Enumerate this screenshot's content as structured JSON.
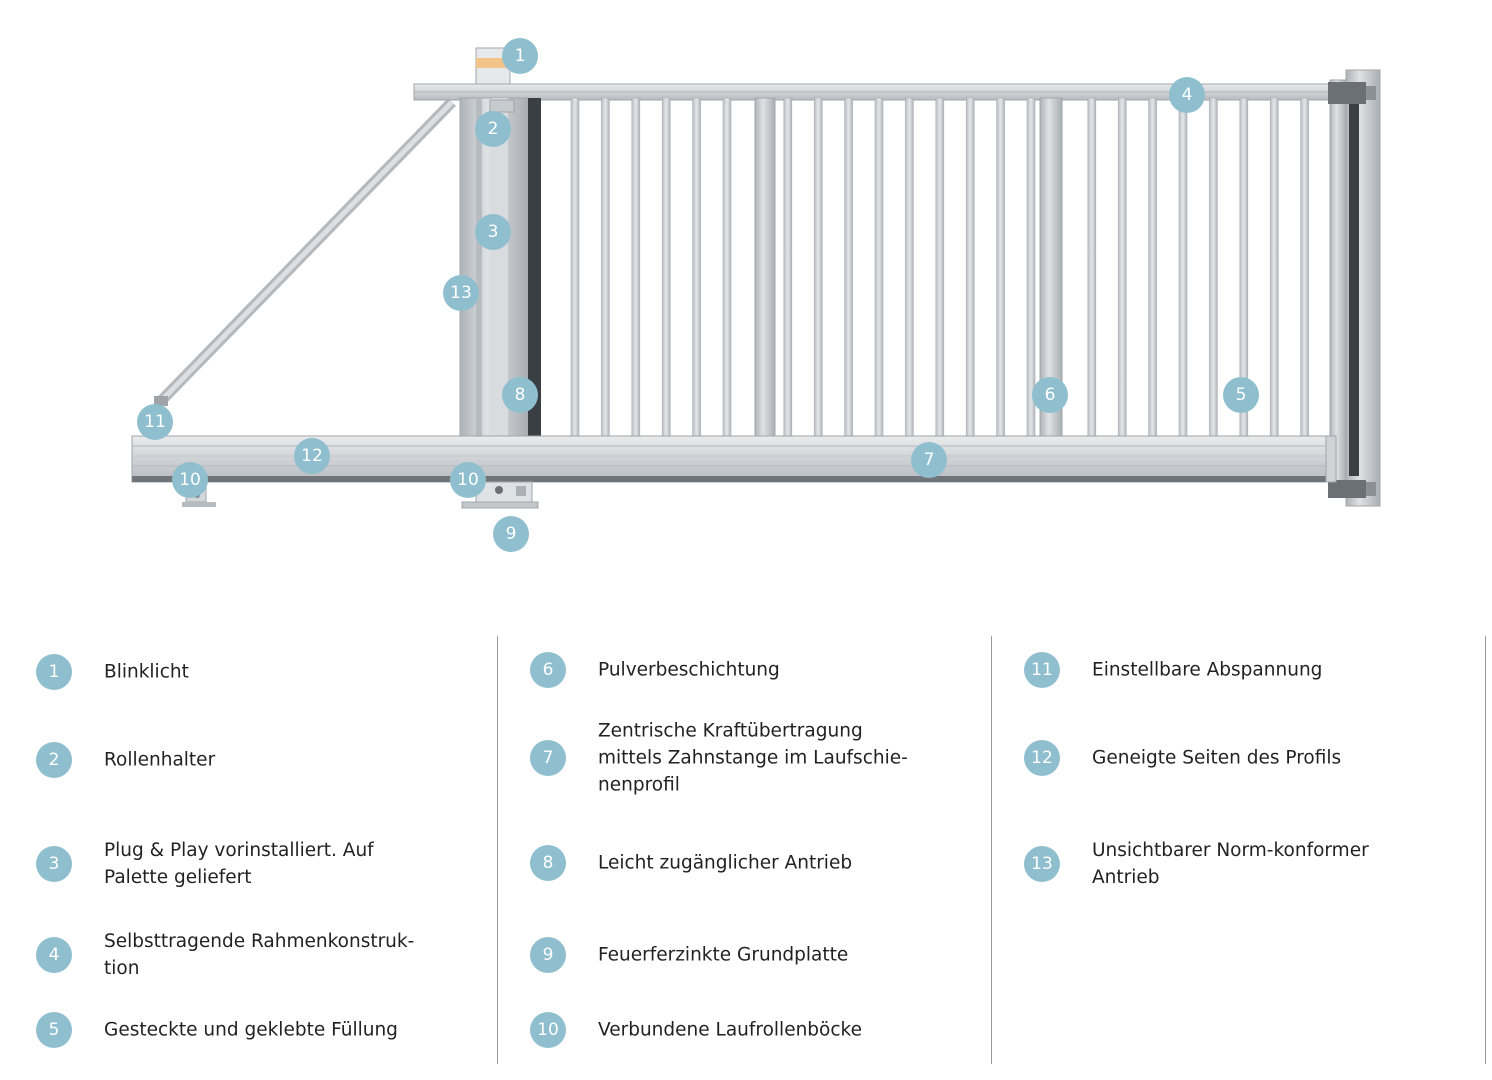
{
  "colors": {
    "badge": "#8fbfcf",
    "frame": "#c9cdd0",
    "frame_dark": "#9ea4a8",
    "drive": "#3a3f44",
    "separator": "#9a9a9a"
  },
  "diagram": {
    "markers": [
      {
        "number": "1"
      },
      {
        "number": "2"
      },
      {
        "number": "3"
      },
      {
        "number": "4"
      },
      {
        "number": "5"
      },
      {
        "number": "6"
      },
      {
        "number": "7"
      },
      {
        "number": "8"
      },
      {
        "number": "9"
      },
      {
        "number": "10"
      },
      {
        "number": "10"
      },
      {
        "number": "11"
      },
      {
        "number": "12"
      },
      {
        "number": "13"
      }
    ]
  },
  "legend": {
    "columns": [
      [
        {
          "number": "1",
          "text": "Blinklicht"
        },
        {
          "number": "2",
          "text": "Rollenhalter"
        },
        {
          "number": "3",
          "text": "Plug & Play vorinstalliert. Auf Palette geliefert"
        },
        {
          "number": "4",
          "text": "Selbsttragende Rahmenkonstruk-\ntion"
        },
        {
          "number": "5",
          "text": "Gesteckte und geklebte Füllung"
        }
      ],
      [
        {
          "number": "6",
          "text": "Pulverbeschichtung"
        },
        {
          "number": "7",
          "text": "Zentrische Kraftübertragung mittels Zahnstange im Laufschie-\nnenprofil"
        },
        {
          "number": "8",
          "text": "Leicht zugänglicher Antrieb"
        },
        {
          "number": "9",
          "text": "Feuerferzinkte Grundplatte"
        },
        {
          "number": "10",
          "text": "Verbundene Laufrollenböcke"
        }
      ],
      [
        {
          "number": "11",
          "text": "Einstellbare Abspannung"
        },
        {
          "number": "12",
          "text": "Geneigte Seiten des Profils"
        },
        {
          "number": "13",
          "text": "Unsichtbarer Norm-konformer Antrieb"
        }
      ]
    ]
  }
}
